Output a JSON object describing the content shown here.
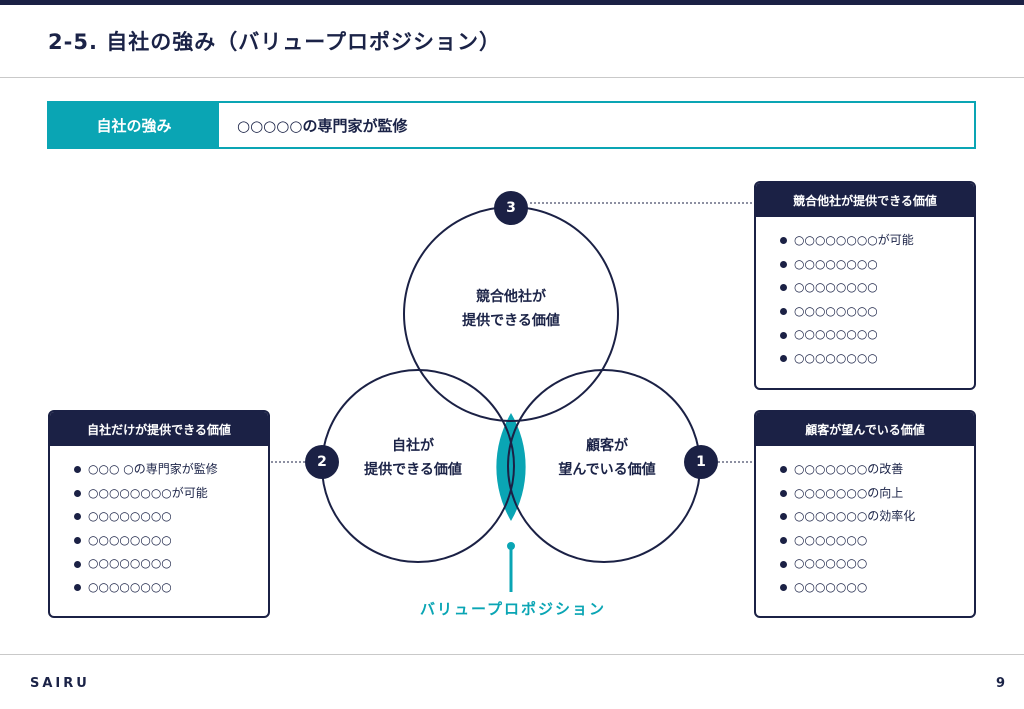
{
  "slide": {
    "title": "2-5. 自社の強み（バリュープロポジション）",
    "footer_brand": "SAIRU",
    "page_number": "9"
  },
  "strength_bar": {
    "label": "自社の強み",
    "value": "○○○○○の専門家が監修"
  },
  "venn": {
    "competitors": {
      "number": "3",
      "line1": "競合他社が",
      "line2": "提供できる価値"
    },
    "own": {
      "number": "2",
      "line1": "自社が",
      "line2": "提供できる価値"
    },
    "customer": {
      "number": "1",
      "line1": "顧客が",
      "line2": "望んでいる価値"
    },
    "value_proposition_label": "バリュープロポジション"
  },
  "cards": {
    "competitors": {
      "title": "競合他社が提供できる価値",
      "items": [
        "○○○○○○○○が可能",
        "○○○○○○○○",
        "○○○○○○○○",
        "○○○○○○○○",
        "○○○○○○○○",
        "○○○○○○○○"
      ]
    },
    "own": {
      "title": "自社だけが提供できる価値",
      "items": [
        "○○○ ○の専門家が監修",
        "○○○○○○○○が可能",
        "○○○○○○○○",
        "○○○○○○○○",
        "○○○○○○○○",
        "○○○○○○○○"
      ]
    },
    "customer": {
      "title": "顧客が望んでいる価値",
      "items": [
        "○○○○○○○の改善",
        "○○○○○○○の向上",
        "○○○○○○○の効率化",
        "○○○○○○○",
        "○○○○○○○",
        "○○○○○○○"
      ]
    }
  },
  "colors": {
    "navy": "#1b2145",
    "teal": "#0aa5b4",
    "divider": "#c9c9c9"
  }
}
